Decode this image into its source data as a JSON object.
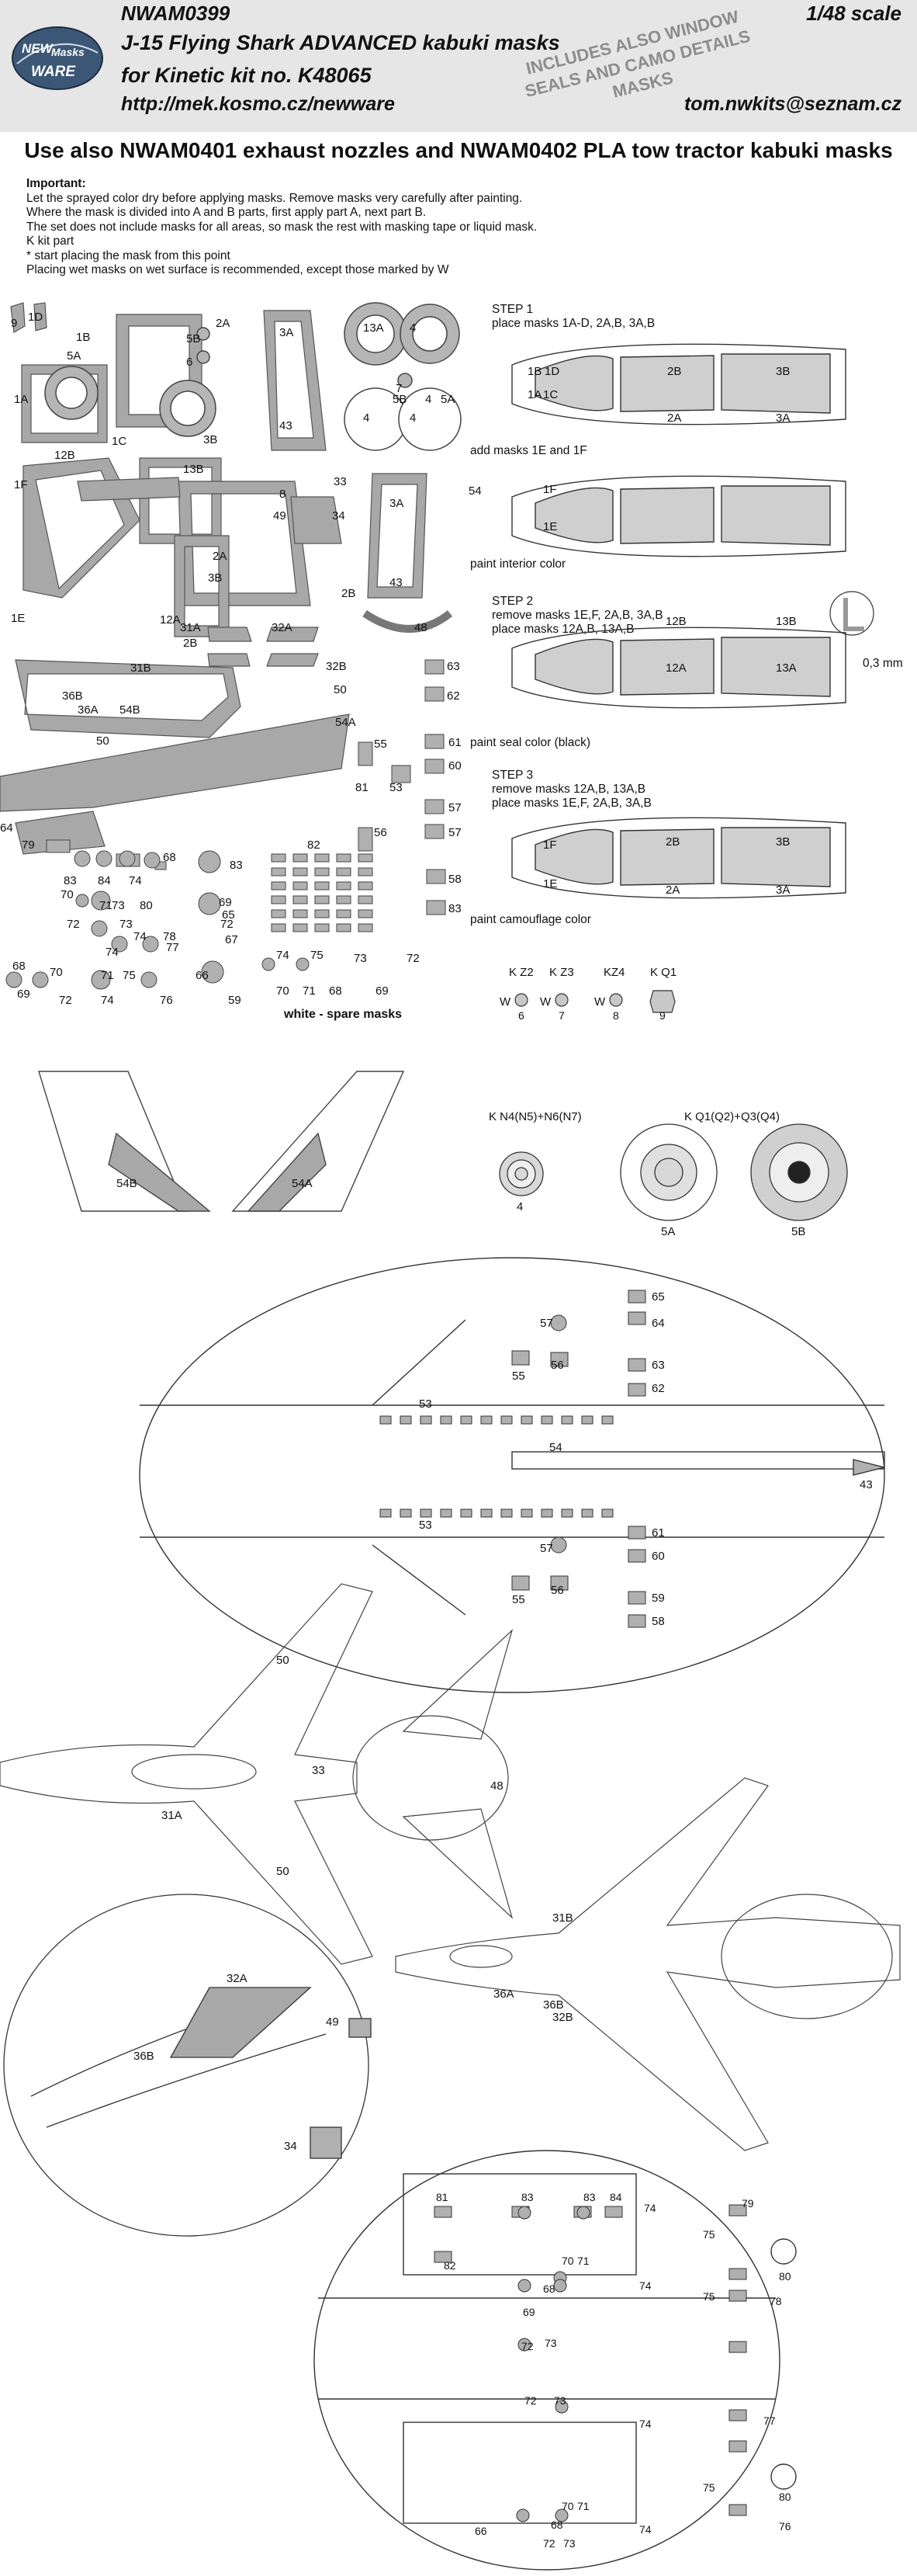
{
  "header": {
    "code": "NWAM0399",
    "scale": "1/48 scale",
    "title": "J-15 Flying Shark ADVANCED kabuki masks",
    "kit": "for Kinetic kit no. K48065",
    "url": "http://mek.kosmo.cz/newware",
    "email": "tom.nwkits@seznam.cz",
    "banner": "INCLUDES ALSO WINDOW SEALS AND CAMO DETAILS MASKS",
    "logo_line1": "NEW",
    "logo_line2": "Masks",
    "logo_line3": "WARE"
  },
  "use_also": "Use also  NWAM0401 exhaust nozzles and NWAM0402 PLA tow tractor kabuki masks",
  "notes": {
    "heading": "Important:",
    "lines": [
      "Let the sprayed color dry before applying masks. Remove masks very carefully after painting.",
      "Where the mask is divided into A and B parts, first apply part A, next part B.",
      "The set does not include masks for all areas, so mask the rest with masking tape or liquid mask.",
      "K kit part",
      "*  start placing the mask from this point",
      "Placing wet masks on wet surface is recommended, except those marked by W"
    ]
  },
  "steps": {
    "step1_title": "STEP 1",
    "step1_text": "place masks 1A-D, 2A,B, 3A,B",
    "add_masks": "add masks 1E and 1F",
    "paint_interior": "paint interior color",
    "step2_title": "STEP 2",
    "step2_line1": "remove masks 1E,F, 2A,B, 3A,B",
    "step2_line2": "place masks 12A,B, 13A,B",
    "paint_seal": "paint seal color (black)",
    "step3_title": "STEP 3",
    "step3_line1": "remove masks 12A,B, 13A,B",
    "step3_line2": "place masks 1E,F, 2A,B, 3A,B",
    "paint_camo": "paint camouflage color",
    "thickness": "0,3 mm"
  },
  "canopy_labels": {
    "s1": [
      "1B",
      "1D",
      "1C",
      "1A",
      "2B",
      "2A",
      "3B",
      "3A"
    ],
    "s1b": [
      "1F",
      "1E"
    ],
    "s2": [
      "12B",
      "12A",
      "13B",
      "13A"
    ],
    "s3": [
      "1F",
      "1E",
      "2B",
      "2A",
      "3B",
      "3A"
    ]
  },
  "kit_parts": {
    "items": [
      {
        "code": "K Z2",
        "mark": "W",
        "num": "6"
      },
      {
        "code": "K Z3",
        "mark": "W",
        "num": "7"
      },
      {
        "code": "KZ4",
        "mark": "W",
        "num": "8"
      },
      {
        "code": "K Q1",
        "mark": "",
        "num": "9"
      }
    ],
    "wheel_front_label": "K N4(N5)+N6(N7)",
    "wheel_front_num": "4",
    "wheel_main_label": "K Q1(Q2)+Q3(Q4)",
    "wheel_main_nums": [
      "5A",
      "5B"
    ]
  },
  "sheet_labels": [
    "9",
    "1D",
    "1B",
    "5A",
    "1A",
    "1C",
    "12B",
    "1F",
    "1E",
    "12A",
    "2B",
    "2A",
    "3B",
    "3A",
    "43",
    "13B",
    "13A",
    "4",
    "4",
    "4",
    "4",
    "5B",
    "5A",
    "5B",
    "6",
    "7",
    "8",
    "49",
    "34",
    "33",
    "2B",
    "2A",
    "3B",
    "3A",
    "43",
    "54",
    "48",
    "31A",
    "32A",
    "31B",
    "32B",
    "36B",
    "36A",
    "50",
    "54B",
    "50",
    "54A",
    "65",
    "64",
    "63",
    "62",
    "61",
    "60",
    "57",
    "57",
    "55",
    "56",
    "81",
    "53",
    "79",
    "82",
    "83",
    "83",
    "84",
    "74",
    "68",
    "70",
    "71",
    "73",
    "80",
    "69",
    "72",
    "73",
    "74",
    "78",
    "72",
    "74",
    "77",
    "67",
    "68",
    "70",
    "71",
    "75",
    "66",
    "69",
    "72",
    "74",
    "76",
    "59",
    "58",
    "83",
    "74",
    "75",
    "73",
    "72",
    "70",
    "71",
    "68",
    "69"
  ],
  "spare_label": "white - spare masks",
  "wing_labels": [
    "54B",
    "54A"
  ],
  "zoom_bay_labels": [
    "57",
    "56",
    "55",
    "65",
    "64",
    "63",
    "62",
    "53",
    "54",
    "43",
    "53",
    "57",
    "56",
    "55",
    "61",
    "60",
    "59",
    "58"
  ],
  "aircraft_top_labels": [
    "50",
    "33",
    "48",
    "31A",
    "50"
  ],
  "aircraft_side_labels": [
    "31B",
    "36A",
    "36B",
    "32B"
  ],
  "zoom_nose_labels": [
    "32A",
    "49",
    "36B",
    "34"
  ],
  "zoom_belly_labels": [
    "81",
    "83",
    "83",
    "84",
    "74",
    "79",
    "82",
    "75",
    "80",
    "78",
    "70",
    "71",
    "68",
    "74",
    "69",
    "72",
    "73",
    "75",
    "72",
    "73",
    "74",
    "77",
    "80",
    "75",
    "70",
    "71",
    "68",
    "74",
    "66",
    "76",
    "72",
    "73"
  ]
}
